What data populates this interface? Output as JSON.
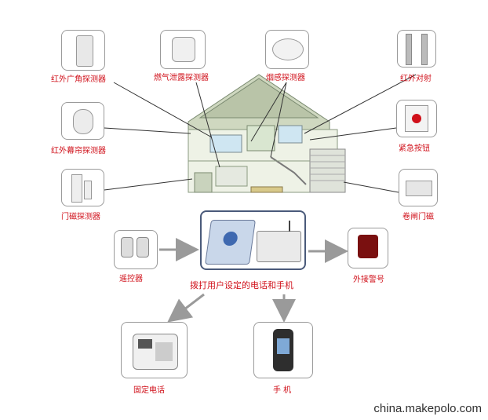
{
  "sensors": {
    "pir_wide": "红外广角探测器",
    "gas": "燃气泄露探测器",
    "smoke": "烟感探测器",
    "ir_beam": "红外对射",
    "pir_curtain": "红外幕帘探测器",
    "panic": "紧急按钮",
    "door": "门磁探测器",
    "shutter": "卷闸门磁"
  },
  "devices": {
    "remote": "遥控器",
    "siren": "外接警号",
    "dial_caption": "拨打用户设定的电话和手机",
    "landline": "固定电话",
    "mobile": "手  机"
  },
  "watermark": "china.makepolo.com",
  "colors": {
    "label": "#d0101a",
    "house_roof": "#cfd8c0",
    "house_wall": "#eef2e6",
    "arrow": "#9a9a9a",
    "panel_border": "#4a5a7a"
  }
}
